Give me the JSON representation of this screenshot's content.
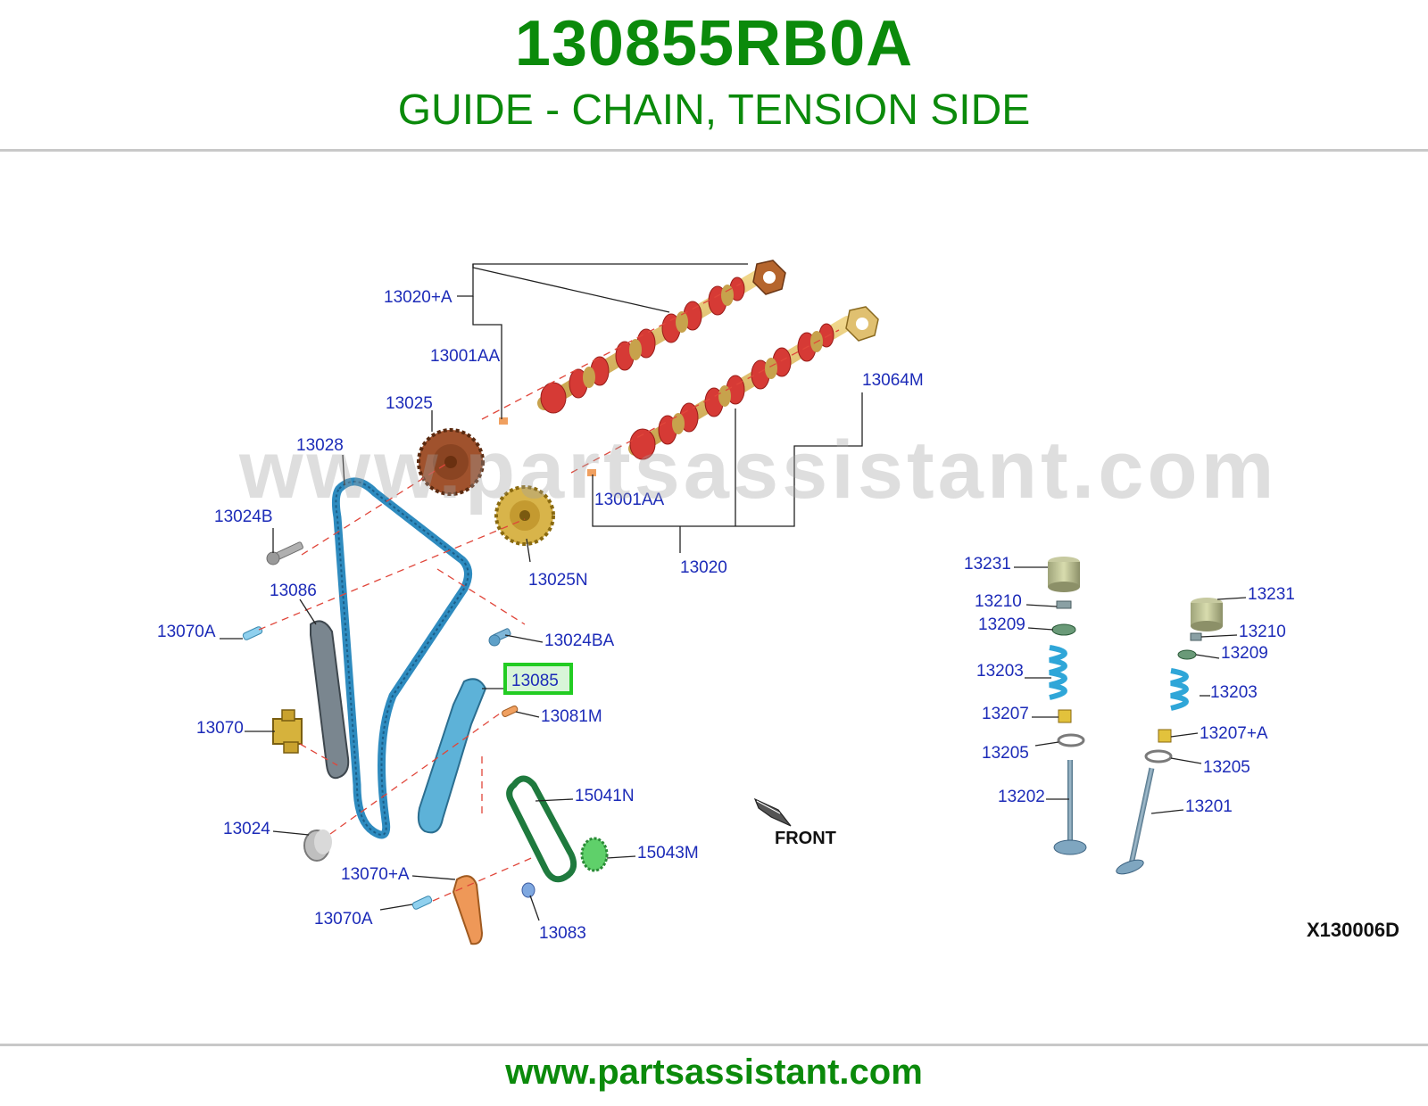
{
  "header": {
    "part_number": "130855RB0A",
    "part_name": "GUIDE - CHAIN, TENSION SIDE"
  },
  "diagram": {
    "code": "X130006D",
    "front_label": "FRONT",
    "highlight_color": "#22cc22",
    "callouts": {
      "c13020a": "13020+A",
      "c13001aa_top": "13001AA",
      "c13025": "13025",
      "c13028": "13028",
      "c13024b": "13024B",
      "c13086": "13086",
      "c13070a_top": "13070A",
      "c13070": "13070",
      "c13024": "13024",
      "c13070pa": "13070+A",
      "c13070a_bot": "13070A",
      "c13064m": "13064M",
      "c13001aa_mid": "13001AA",
      "c13025n": "13025N",
      "c13020": "13020",
      "c13024ba": "13024BA",
      "c13085": "13085",
      "c13081m": "13081M",
      "c15041n": "15041N",
      "c15043m": "15043M",
      "c13083": "13083",
      "c13231_l": "13231",
      "c13210_l": "13210",
      "c13209_l": "13209",
      "c13203_l": "13203",
      "c13207": "13207",
      "c13205_l": "13205",
      "c13202": "13202",
      "c13231_r": "13231",
      "c13210_r": "13210",
      "c13209_r": "13209",
      "c13203_r": "13203",
      "c13207pa": "13207+A",
      "c13205_r": "13205",
      "c13201": "13201"
    }
  },
  "watermark": "www.partsassistant.com",
  "footer": {
    "url": "www.partsassistant.com"
  }
}
